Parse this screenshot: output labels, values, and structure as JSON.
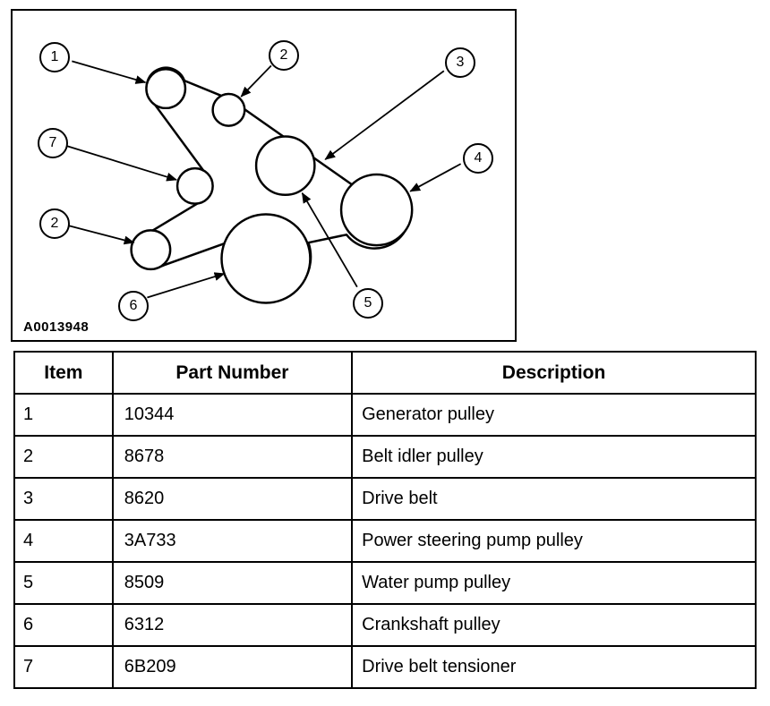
{
  "diagram": {
    "figure_id": "A0013948",
    "callouts": [
      "1",
      "2",
      "3",
      "7",
      "4",
      "2",
      "5",
      "6"
    ]
  },
  "table": {
    "headers": [
      "Item",
      "Part Number",
      "Description"
    ],
    "rows": [
      {
        "item": "1",
        "part": "10344",
        "desc": "Generator pulley"
      },
      {
        "item": "2",
        "part": "8678",
        "desc": "Belt idler pulley"
      },
      {
        "item": "3",
        "part": "8620",
        "desc": "Drive belt"
      },
      {
        "item": "4",
        "part": "3A733",
        "desc": "Power steering pump pulley"
      },
      {
        "item": "5",
        "part": "8509",
        "desc": "Water pump pulley"
      },
      {
        "item": "6",
        "part": "6312",
        "desc": "Crankshaft pulley"
      },
      {
        "item": "7",
        "part": "6B209",
        "desc": "Drive belt tensioner"
      }
    ]
  },
  "colors": {
    "line": "#000000",
    "background": "#ffffff"
  }
}
